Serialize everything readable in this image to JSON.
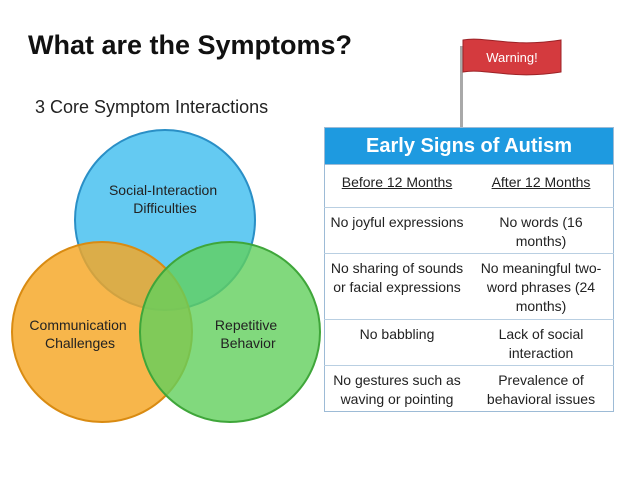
{
  "title": "What are the Symptoms?",
  "subtitle": "3 Core Symptom Interactions",
  "venn": {
    "top": {
      "line1": "Social-Interaction",
      "line2": "Difficulties",
      "color": "#4fc3f0"
    },
    "left": {
      "line1": "Communication",
      "line2": "Challenges",
      "color": "#f5a623"
    },
    "right": {
      "line1": "Repetitive",
      "line2": "Behavior",
      "color": "#62cf5c"
    }
  },
  "flag": {
    "label": "Warning!",
    "color": "#d43a3e"
  },
  "table": {
    "heading": "Early Signs of Autism",
    "columns": [
      "Before 12 Months",
      "After 12 Months"
    ],
    "rows": [
      [
        "No joyful expressions",
        "No words (16 months)"
      ],
      [
        "No sharing of sounds or facial expressions",
        "No meaningful two-word phrases (24 months)"
      ],
      [
        "No babbling",
        "Lack of social interaction"
      ],
      [
        "No gestures such as waving or pointing",
        "Prevalence of behavioral issues"
      ]
    ]
  }
}
